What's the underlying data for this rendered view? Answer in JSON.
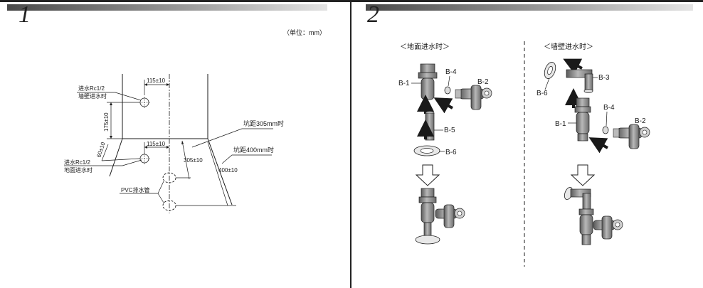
{
  "step1": {
    "number": "1",
    "unit": "（单位：mm）",
    "labels": {
      "wall_inlet_line1": "进水Rc1/2",
      "wall_inlet_line2": "墙壁进水时",
      "floor_inlet_line1": "进水Rc1/2",
      "floor_inlet_line2": "地面进水时",
      "pvc": "PVC排水管",
      "pit305": "坑距305mm时",
      "pit400": "坑距400mm时"
    },
    "dims": {
      "top_width": "115±10",
      "mid_width": "115±10",
      "height175": "175±10",
      "height60": "60±10",
      "d305": "305±10",
      "d400": "400±10"
    }
  },
  "step2": {
    "number": "2",
    "floor": {
      "title": "＜地面进水时＞",
      "b1": "B-1",
      "b2": "B-2",
      "b4": "B-4",
      "b5": "B-5",
      "b6": "B-6"
    },
    "wall": {
      "title": "＜墙壁进水时＞",
      "b1": "B-1",
      "b2": "B-2",
      "b3": "B-3",
      "b4": "B-4",
      "b6": "B-6"
    }
  },
  "colors": {
    "ink": "#1a1a1a",
    "valve_fill": "#8e8e8e",
    "valve_dark": "#5a5a5a",
    "valve_light": "#cfcfcf",
    "header_dark": "#4a4a4a"
  }
}
